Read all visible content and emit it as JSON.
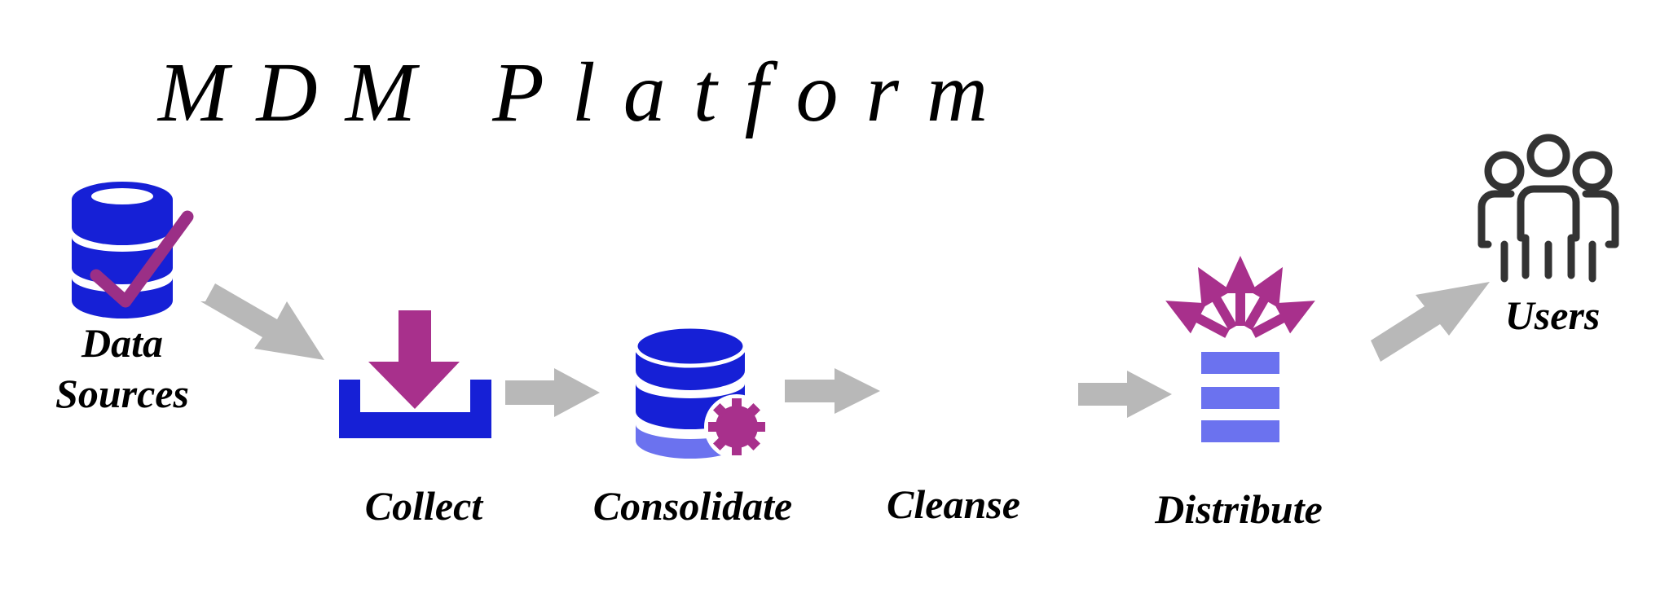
{
  "title": "MDM Platform",
  "steps": [
    {
      "label_line1": "Data",
      "label_line2": "Sources",
      "icon": "database-check-icon"
    },
    {
      "label": "Collect",
      "icon": "download-tray-icon"
    },
    {
      "label": "Consolidate",
      "icon": "database-gear-icon"
    },
    {
      "label": "Cleanse",
      "icon": ""
    },
    {
      "label": "Distribute",
      "icon": "distribute-stack-icon"
    },
    {
      "label": "Users",
      "icon": "users-group-icon"
    }
  ],
  "colors": {
    "blue": "#1620d6",
    "light_blue": "#6b72ef",
    "purple": "#9b2f86",
    "magenta": "#a8308c",
    "arrow_gray": "#b8b8b8",
    "icon_gray": "#333333"
  }
}
